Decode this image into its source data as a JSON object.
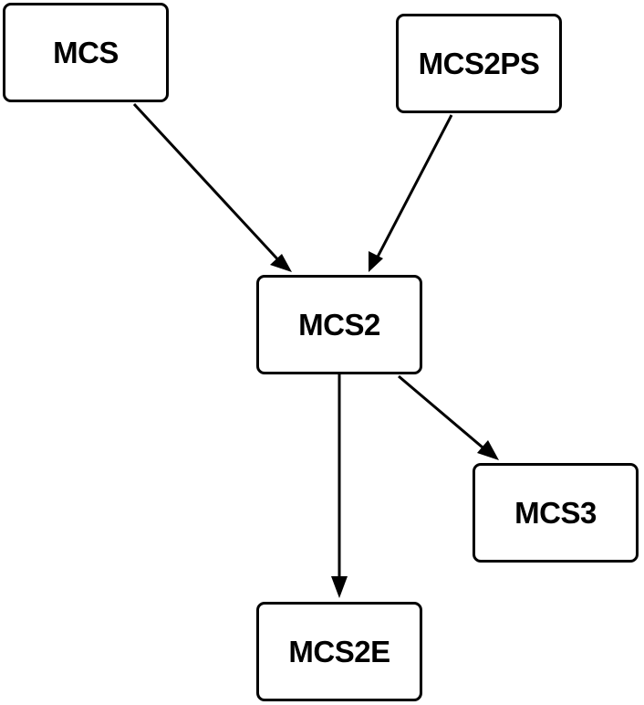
{
  "nodes": {
    "mcs": "MCS",
    "mcs2ps": "MCS2PS",
    "mcs2": "MCS2",
    "mcs3": "MCS3",
    "mcs2e": "MCS2E"
  },
  "edges": [
    {
      "from": "MCS",
      "to": "MCS2"
    },
    {
      "from": "MCS2PS",
      "to": "MCS2"
    },
    {
      "from": "MCS2",
      "to": "MCS2E"
    },
    {
      "from": "MCS2",
      "to": "MCS3"
    }
  ],
  "colors": {
    "stroke": "#000000",
    "fill": "#ffffff"
  }
}
